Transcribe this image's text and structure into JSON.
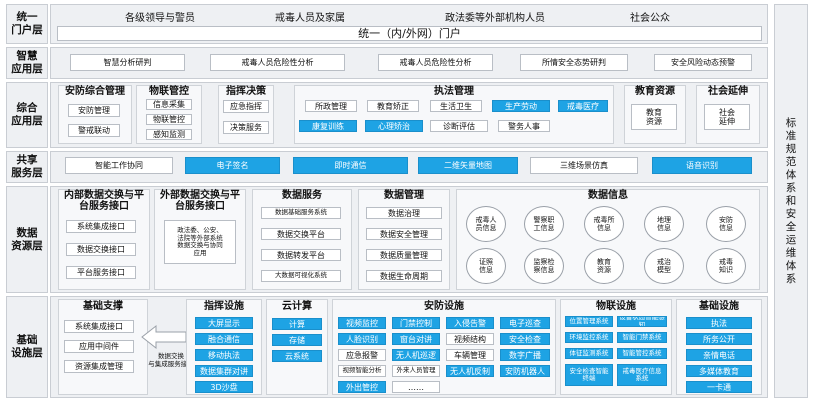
{
  "layers": {
    "portal": "统一\n门户层",
    "smart": "智慧\n应用层",
    "integrated": "综合\n应用层",
    "shared": "共享\n服务层",
    "data": "数据\n资源层",
    "infra": "基础\n设施层"
  },
  "right_panel": "标准规范体系和安全运维体系",
  "portal": {
    "users": [
      "各级领导与警员",
      "戒毒人员及家属",
      "政法委等外部机构人员",
      "社会公众"
    ],
    "main": "统一（内/外网）门户"
  },
  "smart": [
    "智慧分析研判",
    "戒毒人员危险性分析",
    "戒毒人员危险性分析",
    "所情安全态势研判",
    "安全风险动态预警"
  ],
  "integrated": {
    "safety": {
      "title": "安防综合管理",
      "items": [
        "安防管理",
        "警戒联动"
      ]
    },
    "property": {
      "title": "物联管控",
      "items": [
        "信息采集",
        "物联管控",
        "感知监测"
      ]
    },
    "command": {
      "title": "指挥决策",
      "items": [
        "应急指挥",
        "决策服务"
      ]
    },
    "law": {
      "title": "执法管理",
      "items": [
        "所政管理",
        "教育矫正",
        "生活卫生",
        "生产劳动",
        "戒毒医疗",
        "康复训练",
        "心理矫治",
        "诊断评估",
        "警务人事"
      ]
    },
    "edu": {
      "title": "教育资源",
      "items": [
        "教育\n资源"
      ]
    },
    "social": {
      "title": "社会延伸",
      "items": [
        "社会\n延伸"
      ]
    }
  },
  "shared": [
    "智能工作协同",
    "电子签名",
    "即时通信",
    "二维矢量地图",
    "三维场景仿真",
    "语音识别"
  ],
  "data": {
    "internal": {
      "title": "内部数据交换与平\n台服务接口",
      "items": [
        "系统集成接口",
        "数据交换接口",
        "平台服务接口"
      ]
    },
    "external": {
      "title": "外部数据交换与平\n台服务接口",
      "items": [
        "政法委、公安、\n法院等外部系统\n数据交换与协同\n应用"
      ]
    },
    "service": {
      "title": "数据服务",
      "items": [
        "数据基础服务系统",
        "数据交换平台",
        "数据转发平台",
        "大数据可视化系统"
      ]
    },
    "management": {
      "title": "数据管理",
      "items": [
        "数据治理",
        "数据安全管理",
        "数据质量管理",
        "数据生命周期"
      ]
    },
    "info": {
      "title": "数据信息",
      "items": [
        "戒毒人\n员信息",
        "警察职\n工信息",
        "戒毒所\n信息",
        "地理\n信息",
        "安防\n信息",
        "证照\n信息",
        "监察检\n察信息",
        "教育\n资源",
        "戒治\n模型",
        "戒毒\n知识"
      ]
    }
  },
  "infra": {
    "support": {
      "title": "基础支撑",
      "items": [
        "系统集成接口",
        "应用中间件",
        "资源集成管理"
      ]
    },
    "exchange_note": "数据交换\n与集成服务接口",
    "command": {
      "title": "指挥设施",
      "items": [
        "大屏显示",
        "融合通信",
        "移动执法",
        "数据集群对讲",
        "3D沙盘"
      ]
    },
    "compute": {
      "title": "云计算",
      "items": [
        "计算",
        "存储",
        "云系统"
      ]
    },
    "security": {
      "title": "安防设施",
      "items": [
        "视频监控",
        "门禁控制",
        "入侵告警",
        "电子巡查",
        "人脸识别",
        "窗台对讲",
        "视频结构",
        "安全检查",
        "应急报警",
        "无人机巡逻",
        "车辆管理",
        "数字广播",
        "视频智能分析",
        "外来人员管理",
        "无人机反制",
        "安防机器人",
        "外出管控",
        "……"
      ]
    },
    "iot": {
      "title": "物联设施",
      "items": [
        "位置管理系统",
        "设备状态智能感知",
        "环境监控系统",
        "智能门禁系统",
        "体征监测系统",
        "智能管控系统",
        "安全检查智能\n终端",
        "戒毒医疗信息\n系统"
      ]
    },
    "base": {
      "title": "基础设施",
      "items": [
        "执法",
        "所务公开",
        "亲情电话",
        "多媒体教育",
        "一卡通"
      ]
    }
  }
}
